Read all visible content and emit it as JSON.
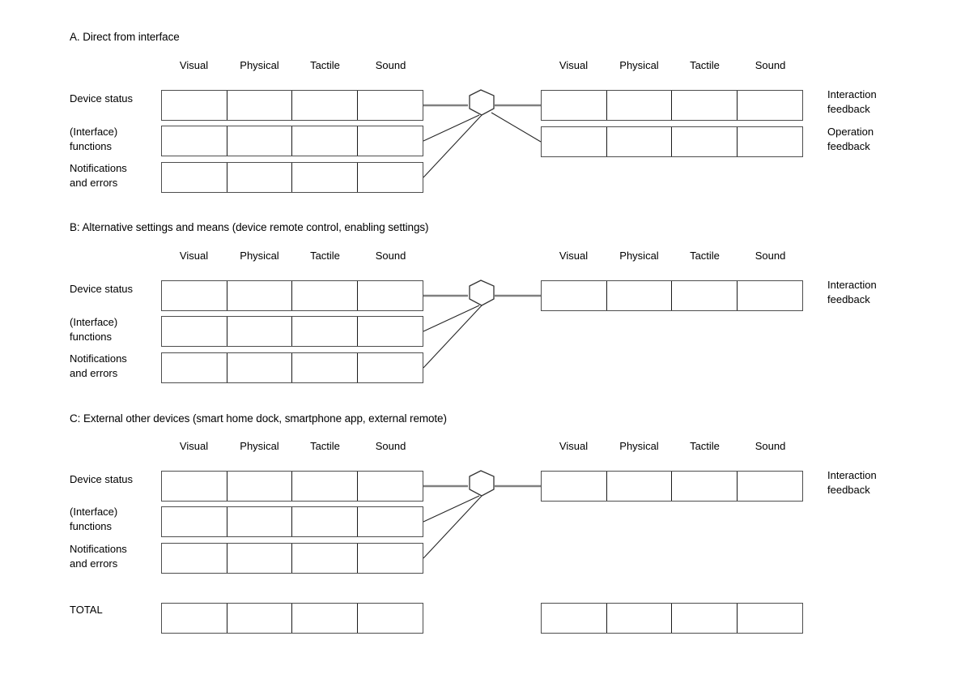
{
  "figure": {
    "columns": [
      "Visual",
      "Physical",
      "Tactile",
      "Sound"
    ],
    "input_rows": [
      "Device status",
      "(Interface) functions",
      "Notifications and errors"
    ],
    "total_label": "TOTAL"
  },
  "sections": [
    {
      "id": "A",
      "title": "A. Direct from interface",
      "headers_left": [
        "Visual",
        "Physical",
        "Tactile",
        "Sound"
      ],
      "headers_right": [
        "Visual",
        "Physical",
        "Tactile",
        "Sound"
      ],
      "left_rows": [
        {
          "label_line1": "Device status",
          "label_line2": ""
        },
        {
          "label_line1": "(Interface)",
          "label_line2": "functions"
        },
        {
          "label_line1": "Notifications",
          "label_line2": "and errors"
        }
      ],
      "right_rows": [
        {
          "label_line1": "Interaction",
          "label_line2": "feedback"
        },
        {
          "label_line1": "Operation",
          "label_line2": "feedback"
        }
      ]
    },
    {
      "id": "B",
      "title": "B: Alternative settings and means (device remote control, enabling settings)",
      "headers_left": [
        "Visual",
        "Physical",
        "Tactile",
        "Sound"
      ],
      "headers_right": [
        "Visual",
        "Physical",
        "Tactile",
        "Sound"
      ],
      "left_rows": [
        {
          "label_line1": "Device status",
          "label_line2": ""
        },
        {
          "label_line1": "(Interface)",
          "label_line2": "functions"
        },
        {
          "label_line1": "Notifications",
          "label_line2": "and errors"
        }
      ],
      "right_rows": [
        {
          "label_line1": "Interaction",
          "label_line2": "feedback"
        }
      ]
    },
    {
      "id": "C",
      "title": "C: External other devices (smart home dock, smartphone app, external remote)",
      "headers_left": [
        "Visual",
        "Physical",
        "Tactile",
        "Sound"
      ],
      "headers_right": [
        "Visual",
        "Physical",
        "Tactile",
        "Sound"
      ],
      "left_rows": [
        {
          "label_line1": "Device status",
          "label_line2": ""
        },
        {
          "label_line1": "(Interface)",
          "label_line2": "functions"
        },
        {
          "label_line1": "Notifications",
          "label_line2": "and errors"
        }
      ],
      "right_rows": [
        {
          "label_line1": "Interaction",
          "label_line2": "feedback"
        }
      ]
    }
  ],
  "colors": {
    "row_border": "#4d4d4d",
    "cell_divider": "#1a1a1a",
    "link_thick": "#808080",
    "link_thin": "#262626",
    "hexagon_stroke": "#333333",
    "text": "#000000",
    "background": "#ffffff"
  }
}
